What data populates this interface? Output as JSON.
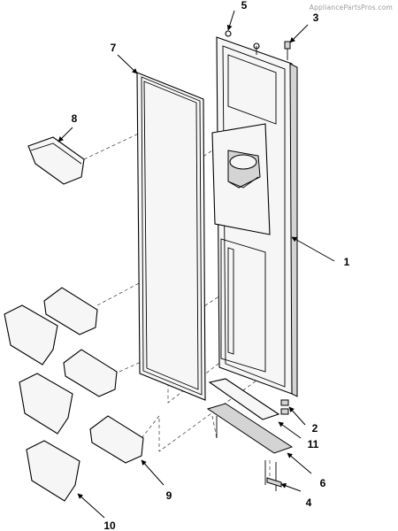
{
  "watermark": "AppliancePartsPros.com",
  "callouts": [
    "1",
    "2",
    "3",
    "4",
    "5",
    "6",
    "7",
    "8",
    "9",
    "10",
    "11"
  ]
}
